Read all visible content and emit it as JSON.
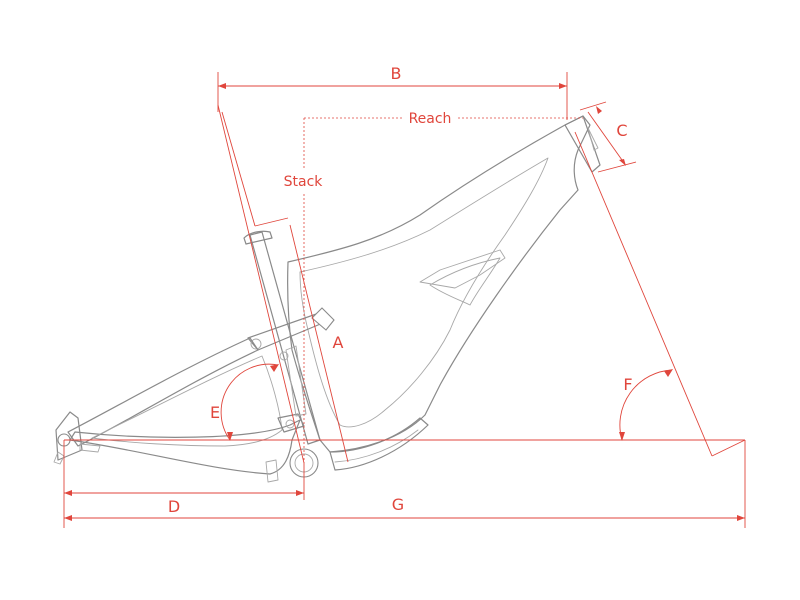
{
  "labels": {
    "a": "A",
    "b": "B",
    "c": "C",
    "d": "D",
    "e": "E",
    "f": "F",
    "g": "G",
    "reach": "Reach",
    "stack": "Stack"
  },
  "colors": {
    "dimension": "#e0463c",
    "frame_line": "#8a8a8a"
  }
}
